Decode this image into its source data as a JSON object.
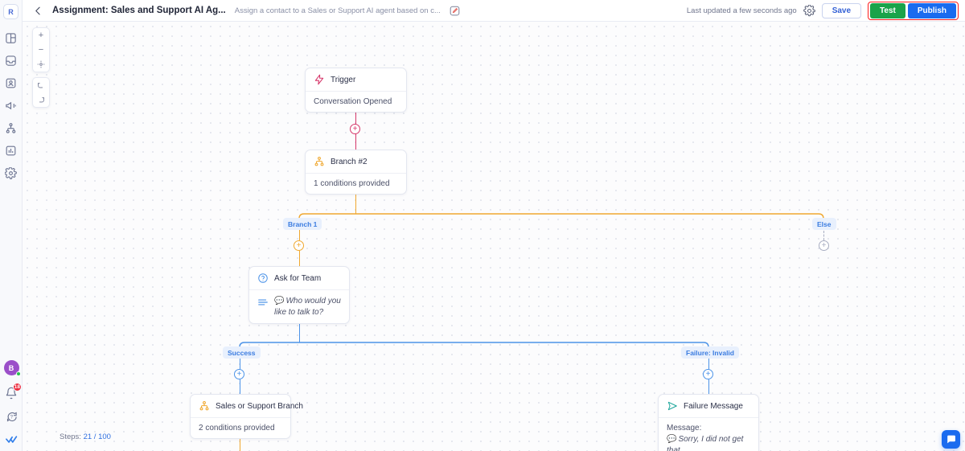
{
  "rail": {
    "logo": "R",
    "icons": [
      {
        "name": "dashboard-icon"
      },
      {
        "name": "inbox-icon"
      },
      {
        "name": "contacts-icon"
      },
      {
        "name": "campaigns-icon"
      },
      {
        "name": "automation-icon"
      },
      {
        "name": "reports-icon"
      },
      {
        "name": "settings-icon"
      }
    ],
    "avatar_initial": "B",
    "notification_count": "18",
    "help_icon": "help-icon",
    "brand_icon": "double-check-logo"
  },
  "header": {
    "back_icon": "chevron-left-icon",
    "title": "Assignment: Sales and Support AI Ag...",
    "subtitle": "Assign a contact to a Sales or Support AI agent based on c...",
    "edit_icon": "edit-pencil-icon",
    "last_updated": "Last updated a few seconds ago",
    "gear_icon": "gear-icon",
    "save_label": "Save",
    "test_label": "Test",
    "publish_label": "Publish",
    "colors": {
      "test_bg": "#1aa34a",
      "publish_bg": "#1a6bef",
      "highlight_border": "#ff1c1c",
      "save_text": "#3461d6"
    }
  },
  "canvas": {
    "controls": [
      {
        "name": "zoom-in-button",
        "glyph": "+"
      },
      {
        "name": "zoom-out-button",
        "glyph": "−"
      },
      {
        "name": "fit-view-button",
        "glyph": "target"
      },
      {
        "name": "undo-button",
        "glyph": "undo"
      },
      {
        "name": "redo-button",
        "glyph": "redo"
      }
    ],
    "steps_label": "Steps:",
    "steps_value": "21 / 100",
    "chat_launcher_icon": "chat-bubble-icon"
  },
  "nodes": [
    {
      "id": "trigger",
      "icon": "lightning-bolt-icon",
      "icon_color": "#d6376a",
      "title": "Trigger",
      "body": "Conversation Opened"
    },
    {
      "id": "branch2",
      "icon": "branch-hierarchy-icon",
      "icon_color": "#f0a830",
      "title": "Branch #2",
      "body": "1 conditions provided"
    },
    {
      "id": "ask",
      "icon": "question-circle-icon",
      "icon_color": "#4c93e8",
      "title": "Ask for Team",
      "message_icon": "list-lines-icon",
      "message_emoji": "💬",
      "message_text": "Who would you like to talk to?"
    },
    {
      "id": "salesbr",
      "icon": "branch-hierarchy-icon",
      "icon_color": "#f0a830",
      "title": "Sales or Support Branch",
      "body": "2 conditions provided"
    },
    {
      "id": "failmsg",
      "icon": "send-plane-icon",
      "icon_color": "#17a398",
      "title": "Failure Message",
      "message_label": "Message:",
      "message_emoji": "💬",
      "message_text": "Sorry, I did not get that."
    }
  ],
  "edge_labels": [
    {
      "id": "branch1",
      "text": "Branch 1"
    },
    {
      "id": "else",
      "text": "Else"
    },
    {
      "id": "success",
      "text": "Success"
    },
    {
      "id": "failure",
      "text": "Failure: Invalid"
    }
  ],
  "edge_colors": {
    "trigger": "#d6376a",
    "branch": "#f0a830",
    "ask": "#4c93e8",
    "dashed": "#a9aec2"
  }
}
